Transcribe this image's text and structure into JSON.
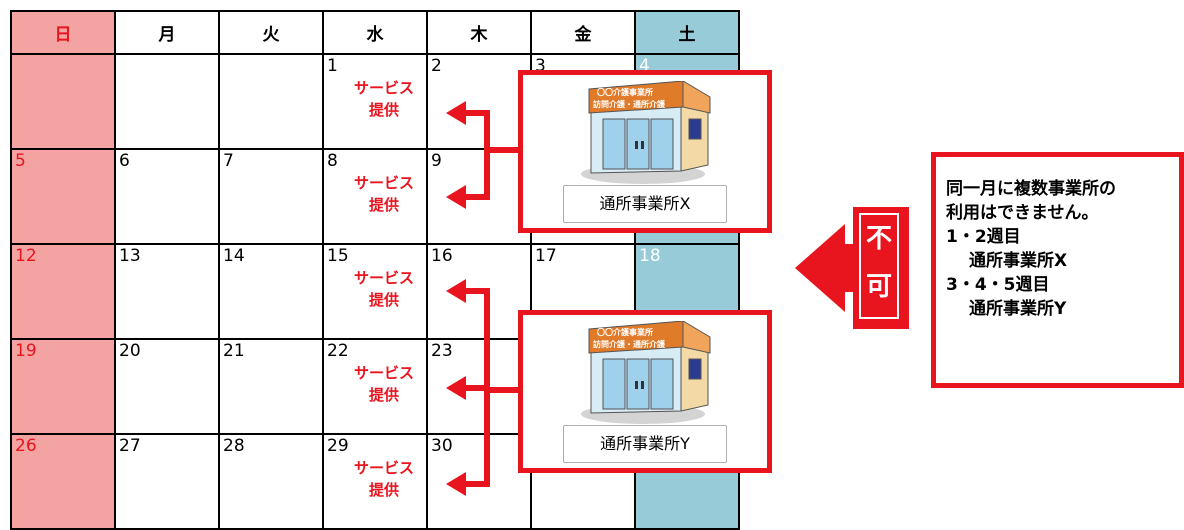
{
  "calendar": {
    "headers": [
      "日",
      "月",
      "火",
      "水",
      "木",
      "金",
      "土"
    ],
    "service_label_line1": "サービス",
    "service_label_line2": "提供",
    "weeks": [
      [
        "",
        "",
        "",
        "1",
        "2",
        "3",
        "4"
      ],
      [
        "5",
        "6",
        "7",
        "8",
        "9",
        "",
        ""
      ],
      [
        "12",
        "13",
        "14",
        "15",
        "16",
        "17",
        "18"
      ],
      [
        "19",
        "20",
        "21",
        "22",
        "23",
        "",
        ""
      ],
      [
        "26",
        "27",
        "28",
        "29",
        "30",
        "",
        ""
      ]
    ]
  },
  "offices": {
    "x": {
      "name": "通所事業所X",
      "sign_line1": "〇〇介護事業所",
      "sign_line2": "訪問介護・通所介護"
    },
    "y": {
      "name": "通所事業所Y",
      "sign_line1": "〇〇介護事業所",
      "sign_line2": "訪問介護・通所介護"
    }
  },
  "verdict": {
    "char1": "不",
    "char2": "可"
  },
  "note": {
    "line1": "同一月に複数事業所の",
    "line2": "利用はできません。",
    "line3": "1・2週目",
    "line4": "通所事業所X",
    "line5": "3・4・5週目",
    "line6": "通所事業所Y"
  },
  "colors": {
    "accent_red": "#e8141e",
    "sunday_bg": "#f4a3a3",
    "saturday_bg": "#96cbd7"
  }
}
